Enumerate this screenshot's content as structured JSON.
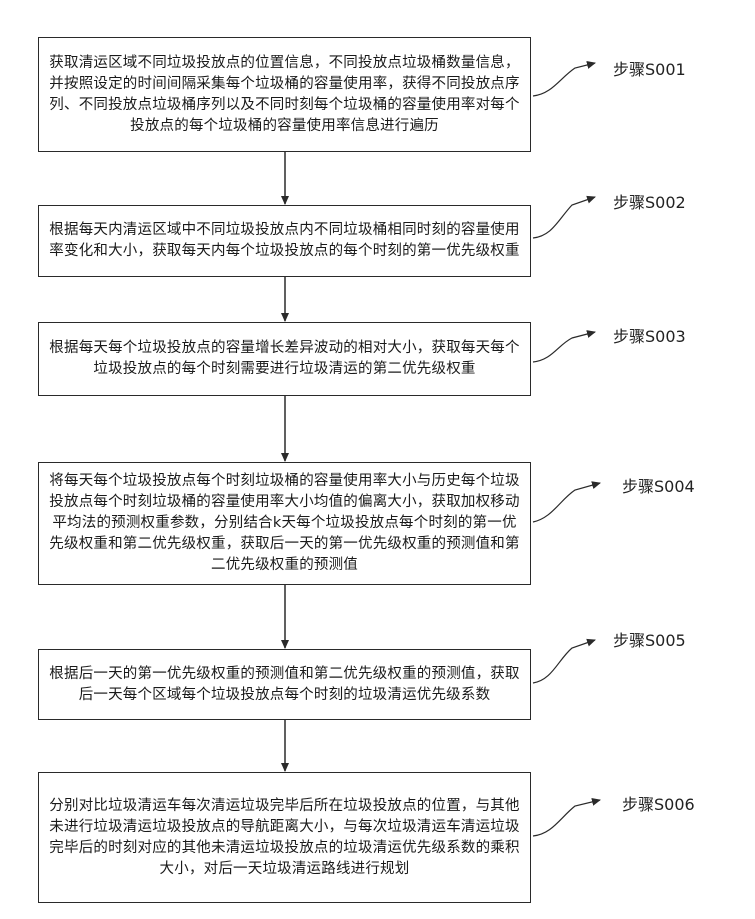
{
  "diagram": {
    "type": "flowchart",
    "steps": [
      {
        "id": "S001",
        "label": "步骤S001",
        "text": "获取清运区域不同垃圾投放点的位置信息，不同投放点垃圾桶数量信息，并按照设定的时间间隔采集每个垃圾桶的容量使用率，获得不同投放点序列、不同投放点垃圾桶序列以及不同时刻每个垃圾桶的容量使用率对每个投放点的每个垃圾桶的容量使用率信息进行遍历"
      },
      {
        "id": "S002",
        "label": "步骤S002",
        "text": "根据每天内清运区域中不同垃圾投放点内不同垃圾桶相同时刻的容量使用率变化和大小，获取每天内每个垃圾投放点的每个时刻的第一优先级权重"
      },
      {
        "id": "S003",
        "label": "步骤S003",
        "text": "根据每天每个垃圾投放点的容量增长差异波动的相对大小，获取每天每个垃圾投放点的每个时刻需要进行垃圾清运的第二优先级权重"
      },
      {
        "id": "S004",
        "label": "步骤S004",
        "text": "将每天每个垃圾投放点每个时刻垃圾桶的容量使用率大小与历史每个垃圾投放点每个时刻垃圾桶的容量使用率大小均值的偏离大小，获取加权移动平均法的预测权重参数，分别结合k天每个垃圾投放点每个时刻的第一优先级权重和第二优先级权重，获取后一天的第一优先级权重的预测值和第二优先级权重的预测值"
      },
      {
        "id": "S005",
        "label": "步骤S005",
        "text": "根据后一天的第一优先级权重的预测值和第二优先级权重的预测值，获取后一天每个区域每个垃圾投放点每个时刻的垃圾清运优先级系数"
      },
      {
        "id": "S006",
        "label": "步骤S006",
        "text": "分别对比垃圾清运车每次清运垃圾完毕后所在垃圾投放点的位置，与其他未进行垃圾清运垃圾投放点的导航距离大小，与每次垃圾清运车清运垃圾完毕后的时刻对应的其他未清运垃圾投放点的垃圾清运优先级系数的乘积大小，对后一天垃圾清运路线进行规划"
      }
    ],
    "edges": [
      {
        "from": "S001",
        "to": "S002"
      },
      {
        "from": "S002",
        "to": "S003"
      },
      {
        "from": "S003",
        "to": "S004"
      },
      {
        "from": "S004",
        "to": "S005"
      },
      {
        "from": "S005",
        "to": "S006"
      }
    ],
    "colors": {
      "line": "#2a2a2a",
      "background": "#ffffff",
      "text": "#1a1a1a"
    }
  }
}
